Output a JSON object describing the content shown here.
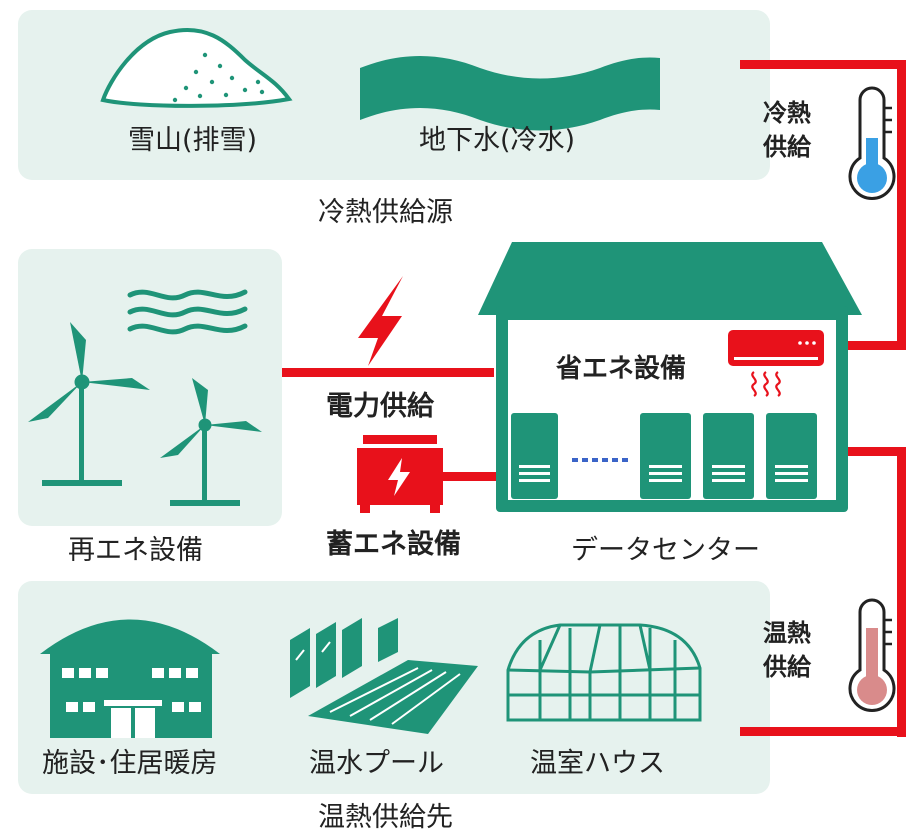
{
  "cold_source": {
    "title": "冷熱供給源",
    "snow": "雪山(排雪)",
    "groundwater": "地下水(冷水)"
  },
  "renewable": {
    "title": "再エネ設備"
  },
  "power_supply": "電力供給",
  "storage": "蓄エネ設備",
  "datacenter": {
    "title": "データセンター",
    "saving": "省エネ設備"
  },
  "cold_supply": {
    "line1": "冷熱",
    "line2": "供給"
  },
  "heat_supply": {
    "line1": "温熱",
    "line2": "供給"
  },
  "heat_dest": {
    "title": "温熱供給先",
    "facility": "施設･住居暖房",
    "pool": "温水プール",
    "greenhouse": "温室ハウス"
  },
  "colors": {
    "green": "#1f9478",
    "red": "#e8111b",
    "panel": "#e6f2ee",
    "cold": "#3aa0e4",
    "warm": "#d98b8b"
  }
}
